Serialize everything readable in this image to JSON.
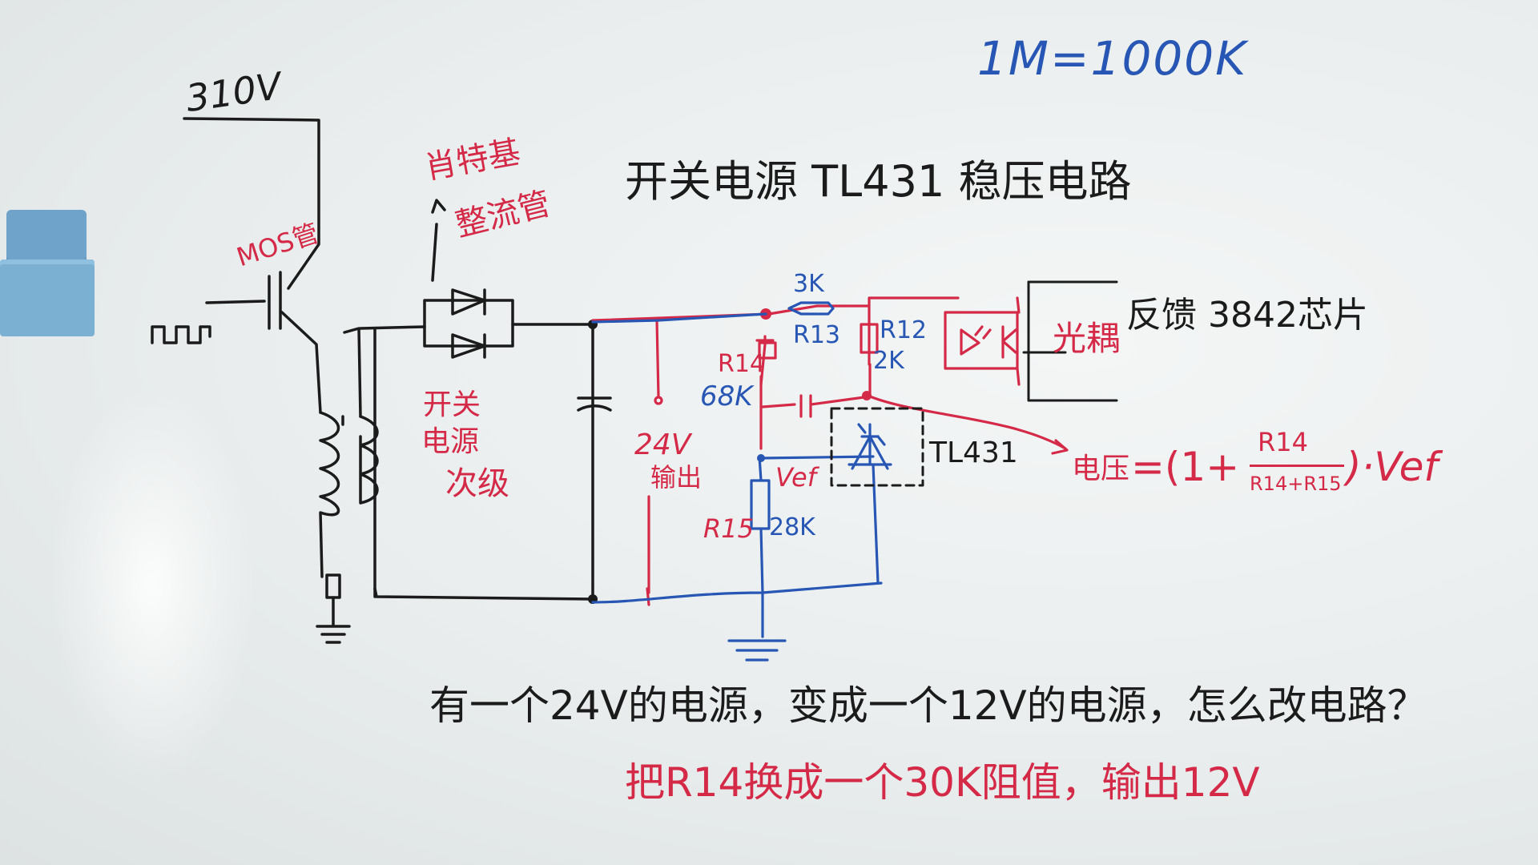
{
  "header_note": "1M=1000K",
  "title": "开关电源 TL431 稳压电路",
  "source_voltage": "310V",
  "mos_label": "MOS管",
  "rectifier_label_top": "肖特基",
  "rectifier_label_bottom": "整流管",
  "secondary_label_line1": "开关",
  "secondary_label_line2": "电源",
  "secondary_label_line3": "次级",
  "output_label_line1": "24V",
  "output_label_line2": "输出",
  "r13_value": "3K",
  "r13_name": "R13",
  "r12_name": "R12",
  "r12_value": "2K",
  "r14_name": "R14",
  "r14_value": "68K",
  "r15_name": "R15",
  "r15_value": "28K",
  "vef_label": "Vef",
  "tl431_label": "TL431",
  "optocoupler_label": "光耦",
  "feedback_label": "反馈 3842芯片",
  "formula": {
    "lhs": "电压",
    "open": "=(1+",
    "numerator": "R14",
    "denominator": "R14+R15",
    "close": ")·Vef"
  },
  "question": "有一个24V的电源，变成一个12V的电源，怎么改电路？",
  "answer": "把R14换成一个30K阻值，输出12V",
  "colors": {
    "black_ink": "#1b1b1b",
    "red_ink": "#d42a48",
    "blue_ink": "#2756b4"
  }
}
